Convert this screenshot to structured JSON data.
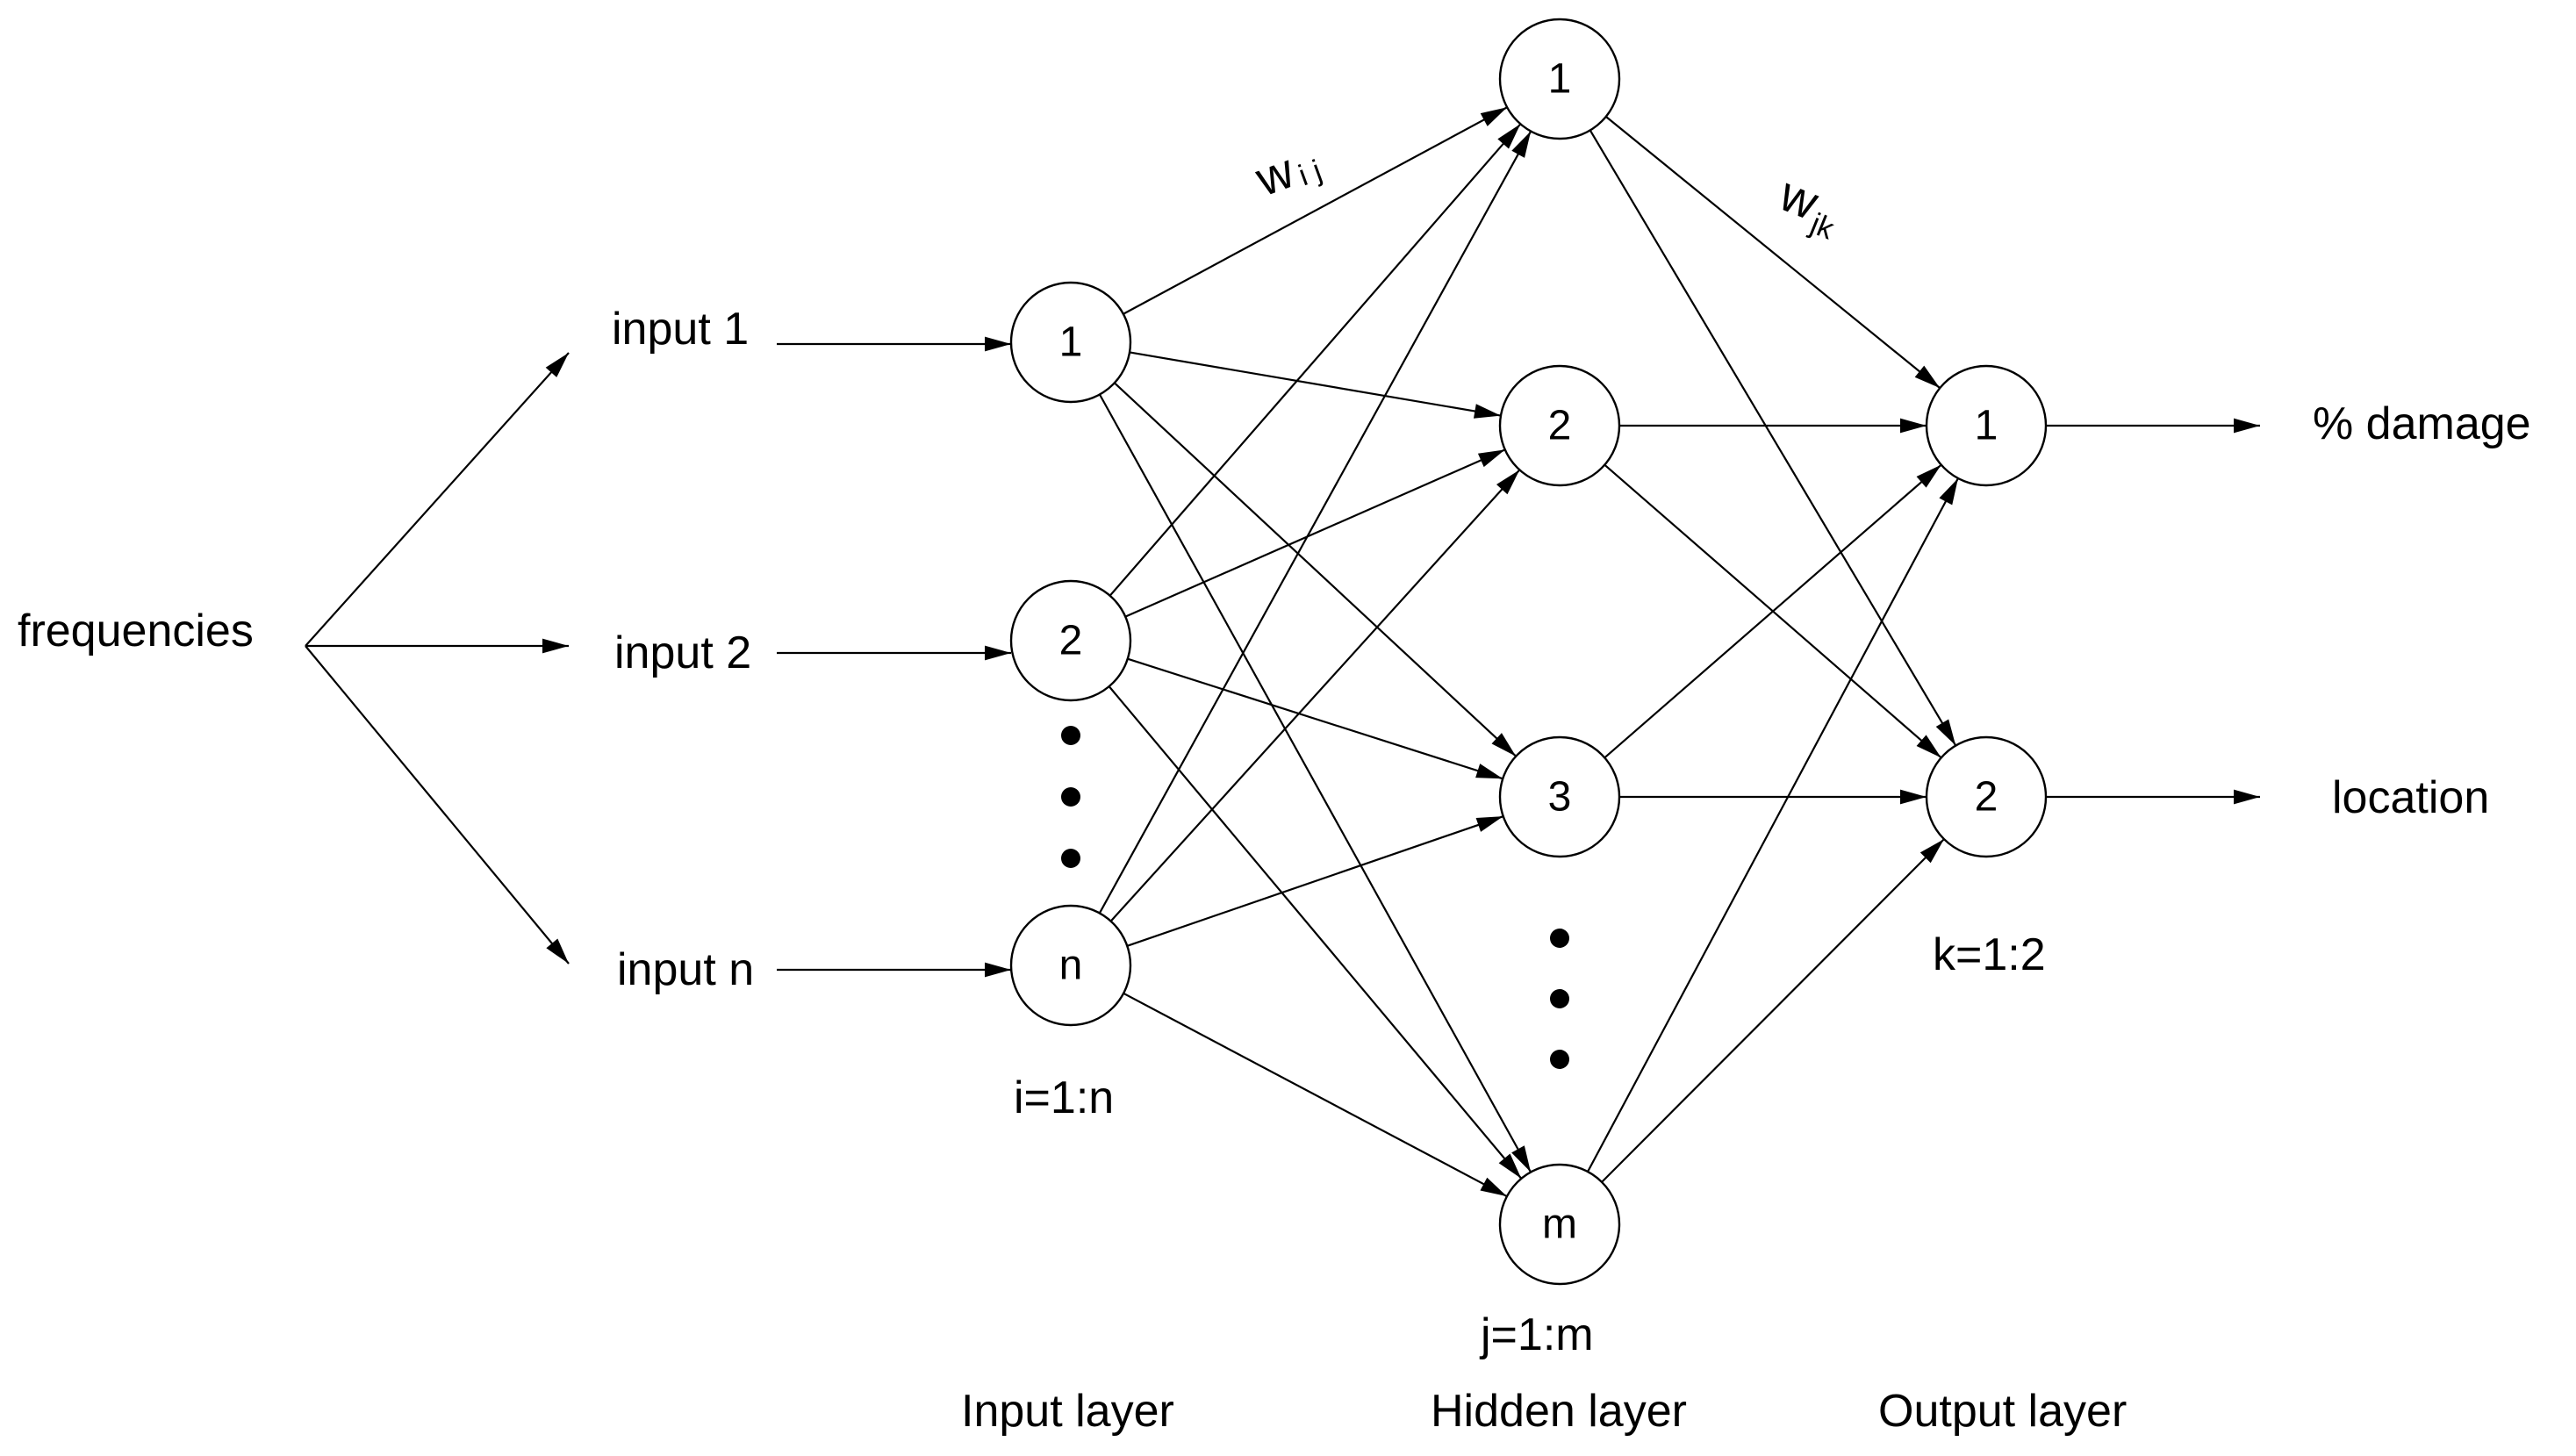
{
  "diagram": {
    "source_label": "frequencies",
    "inputs": [
      "input 1",
      "input 2",
      "input n"
    ],
    "input_nodes": [
      "1",
      "2",
      "n"
    ],
    "hidden_nodes": [
      "1",
      "2",
      "3",
      "m"
    ],
    "output_nodes": [
      "1",
      "2"
    ],
    "outputs": [
      "% damage",
      "location"
    ],
    "index_labels": {
      "input": "i=1:n",
      "hidden": "j=1:m",
      "output": "k=1:2"
    },
    "layer_labels": {
      "input": "Input layer",
      "hidden": "Hidden layer",
      "output": "Output layer"
    },
    "weights": {
      "input_hidden": {
        "symbol": "w",
        "subscript": "i j"
      },
      "hidden_output": {
        "symbol": "w",
        "subscript": "jk"
      }
    },
    "colors": {
      "stroke": "#000000",
      "background": "#ffffff"
    }
  }
}
